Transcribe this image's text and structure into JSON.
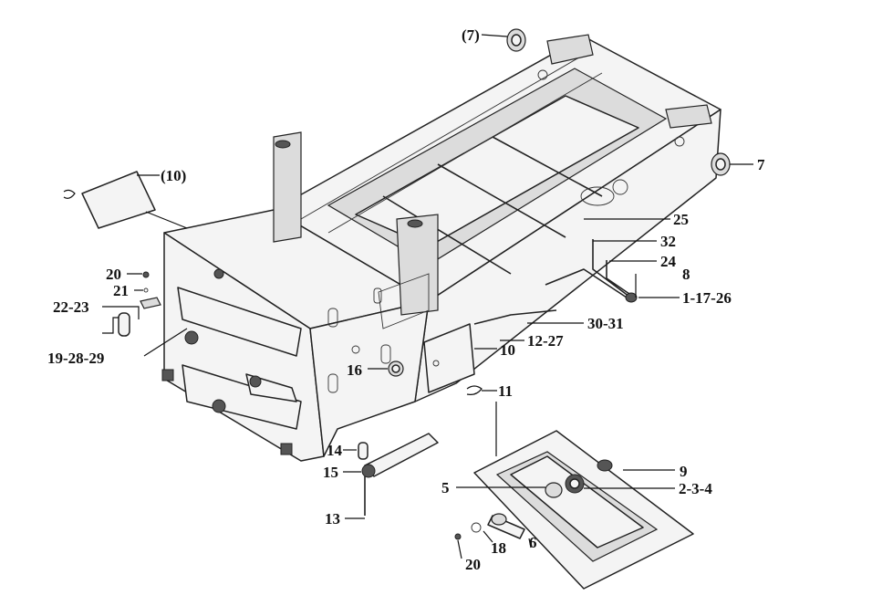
{
  "callouts": {
    "c7_top": "(7)",
    "c7_right": "7",
    "c10_left": "(10)",
    "c25": "25",
    "c32": "32",
    "c24": "24",
    "c8": "8",
    "c1_17_26": "1-17-26",
    "c30_31": "30-31",
    "c12_27": "12-27",
    "c10": "10",
    "c11": "11",
    "c16": "16",
    "c20_left": "20",
    "c21": "21",
    "c22_23": "22-23",
    "c19_28_29": "19-28-29",
    "c14": "14",
    "c15": "15",
    "c13": "13",
    "c9": "9",
    "c5": "5",
    "c2_3_4": "2-3-4",
    "c6": "6",
    "c18": "18",
    "c20_bottom": "20"
  }
}
